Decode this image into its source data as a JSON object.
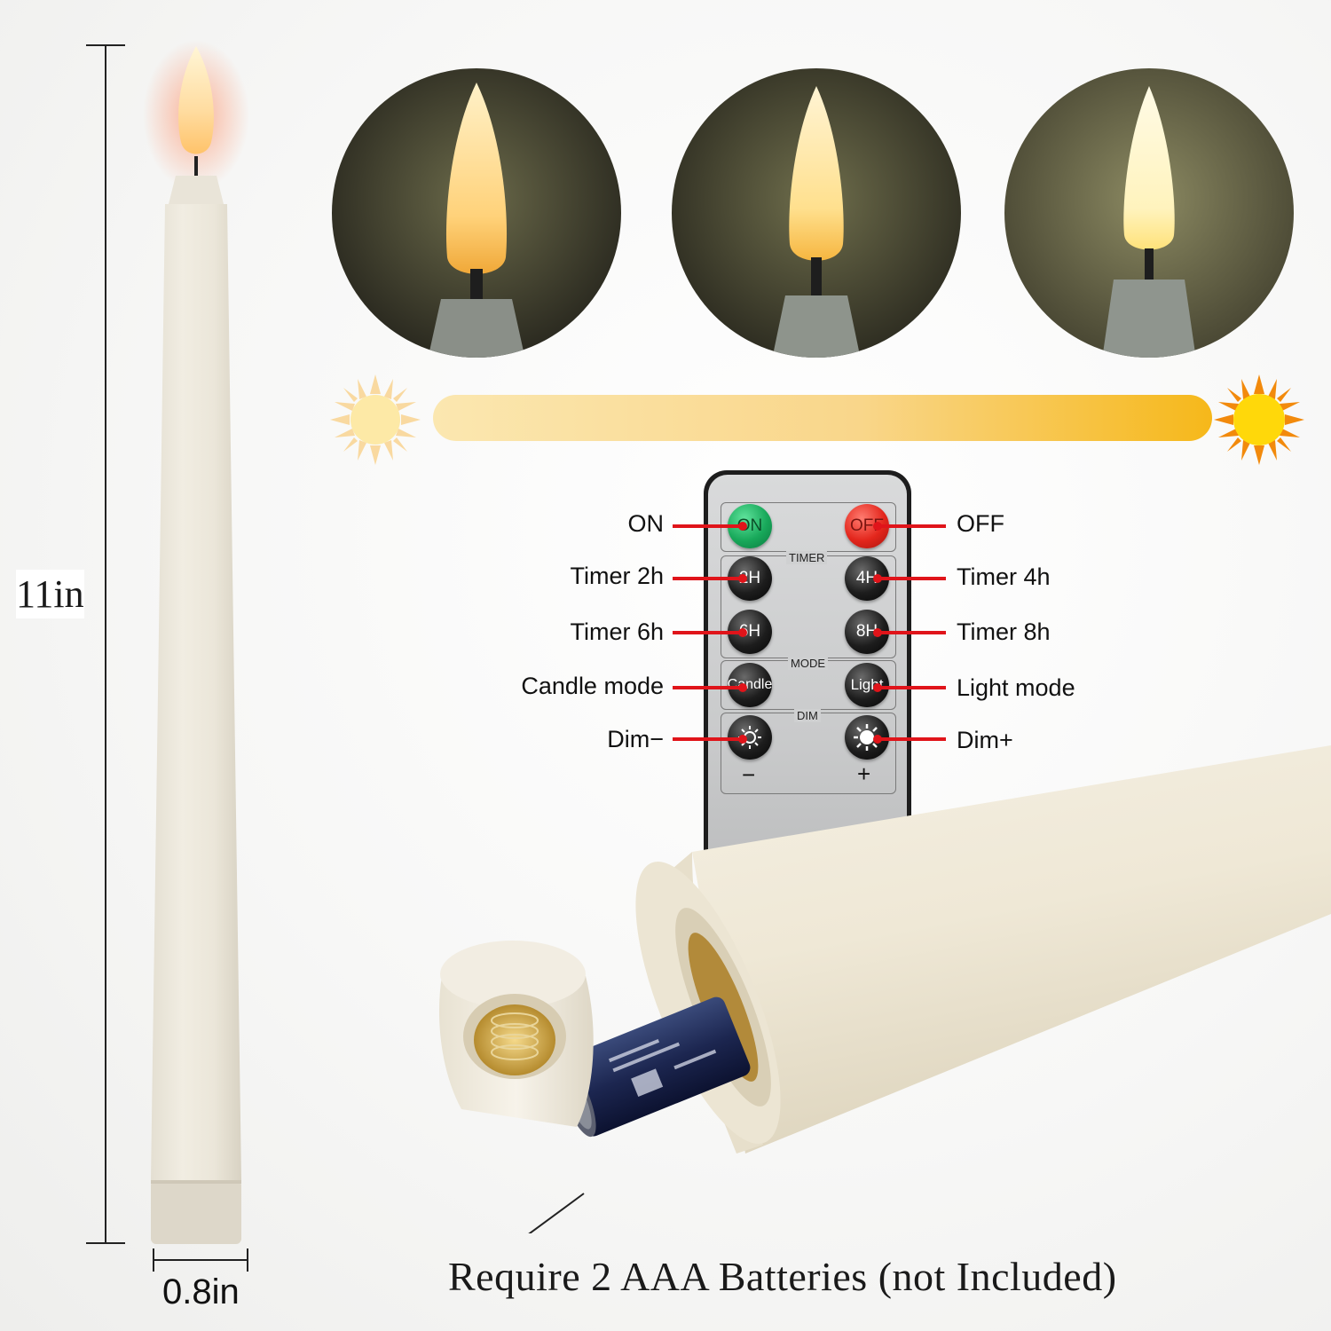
{
  "dimensions": {
    "height": "11in",
    "width": "0.8in"
  },
  "remote": {
    "group_titles": {
      "timer": "TIMER",
      "mode": "MODE",
      "dim": "DIM"
    },
    "buttons": {
      "on": "ON",
      "off": "OFF",
      "h2": "2H",
      "h4": "4H",
      "h6": "6H",
      "h8": "8H",
      "candle": "Candle",
      "light": "Light",
      "dim_minus": "−",
      "dim_plus": "+"
    }
  },
  "labels": {
    "on": "ON",
    "off": "OFF",
    "timer2": "Timer 2h",
    "timer4": "Timer 4h",
    "timer6": "Timer 6h",
    "timer8": "Timer 8h",
    "candle_mode": "Candle mode",
    "light_mode": "Light mode",
    "dim_minus": "Dim−",
    "dim_plus": "Dim+"
  },
  "caption": "Require 2 AAA Batteries (not Included)",
  "colors": {
    "accent_line": "#e0141a",
    "warm_gradient_start": "#fbe7b0",
    "warm_gradient_end": "#f6b81a"
  },
  "icons": [
    "sun-dim-icon",
    "sun-bright-icon",
    "sun-small-icon",
    "sun-large-icon"
  ]
}
